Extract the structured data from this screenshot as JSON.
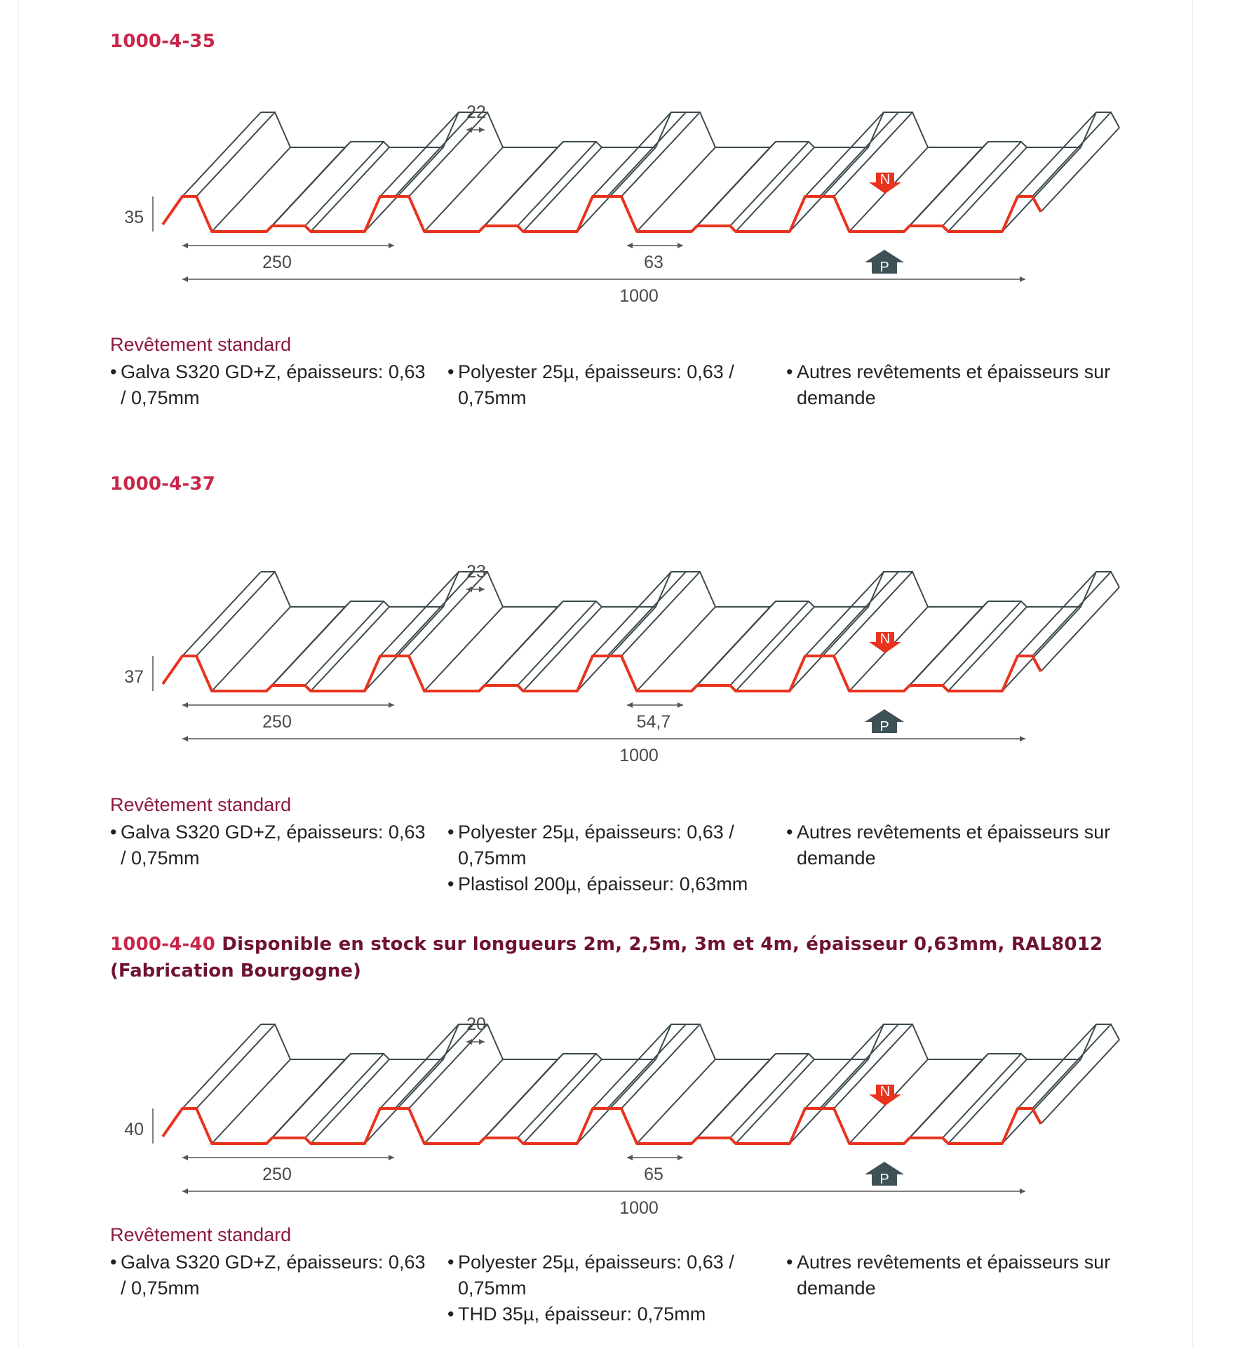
{
  "sections": [
    {
      "title": "1000-4-35",
      "dims": {
        "rib_top": "22",
        "height": "35",
        "pitch": "250",
        "bottom": "63",
        "width": "1000"
      },
      "coatings_title": "Revêtement standard",
      "col1": [
        "Galva S320 GD+Z, épaisseurs: 0,63 / 0,75mm"
      ],
      "col2": [
        "Polyester 25µ, épaisseurs: 0,63 / 0,75mm"
      ],
      "col3": [
        "Autres revêtements et épaisseurs sur demande"
      ]
    },
    {
      "title": "1000-4-37",
      "dims": {
        "rib_top": "23",
        "height": "37",
        "pitch": "250",
        "bottom": "54,7",
        "width": "1000"
      },
      "coatings_title": "Revêtement standard",
      "col1": [
        "Galva S320 GD+Z, épaisseurs: 0,63 / 0,75mm"
      ],
      "col2": [
        "Polyester 25µ, épaisseurs: 0,63 / 0,75mm",
        "Plastisol 200µ, épaisseur: 0,63mm"
      ],
      "col3": [
        "Autres revêtements et épaisseurs sur demande"
      ]
    },
    {
      "title": "1000-4-40",
      "title_desc": "Disponible en stock sur longueurs 2m, 2,5m, 3m et 4m, épaisseur 0,63mm, RAL8012",
      "title_line2": "(Fabrication Bourgogne)",
      "dims": {
        "rib_top": "20",
        "height": "40",
        "pitch": "250",
        "bottom": "65",
        "width": "1000"
      },
      "coatings_title": "Revêtement standard",
      "col1": [
        "Galva S320 GD+Z, épaisseurs: 0,63 / 0,75mm"
      ],
      "col2": [
        "Polyester 25µ, épaisseurs: 0,63 / 0,75mm",
        "THD 35µ, épaisseur: 0,75mm"
      ],
      "col3": [
        "Autres revêtements et épaisseurs sur demande"
      ]
    }
  ],
  "markers": {
    "negative": "N",
    "positive": "P"
  },
  "colors": {
    "title_accent": "#c8264a",
    "title_dark": "#6f1233",
    "profile_red": "#e8331e",
    "line_gray": "#3c4a4e",
    "marker_red": "#e8331e",
    "marker_gray": "#3e5157"
  }
}
